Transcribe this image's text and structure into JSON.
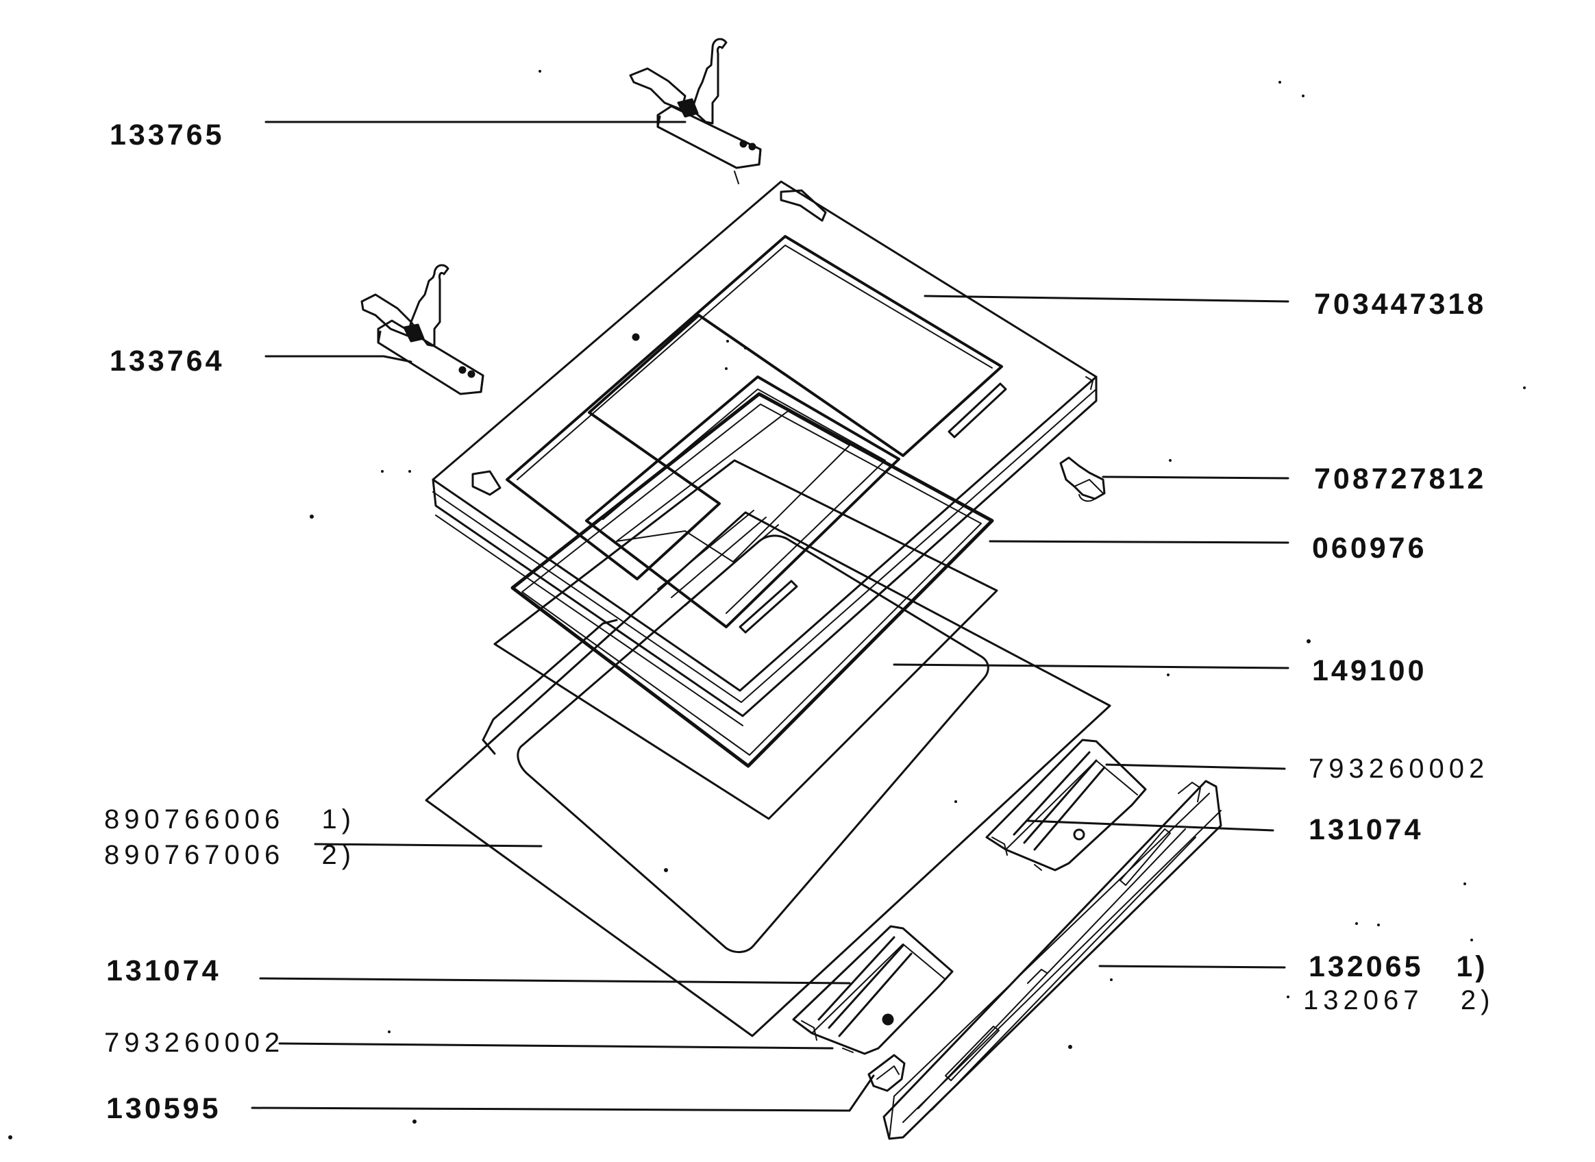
{
  "diagram": {
    "ink_color": "#111111",
    "background_color": "#ffffff",
    "parts": [
      {
        "id": "hinge-right",
        "icon": "hinge-bracket-icon"
      },
      {
        "id": "hinge-left",
        "icon": "hinge-bracket-icon"
      },
      {
        "id": "door-frame",
        "icon": "door-frame-icon"
      },
      {
        "id": "clip",
        "icon": "clip-icon"
      },
      {
        "id": "door-seal",
        "icon": "gasket-icon"
      },
      {
        "id": "inner-glass",
        "icon": "glass-panel-icon"
      },
      {
        "id": "outer-glass",
        "icon": "glass-panel-icon"
      },
      {
        "id": "handle-bar",
        "icon": "handle-bar-icon"
      },
      {
        "id": "handle-bracket-upper",
        "icon": "bracket-icon"
      },
      {
        "id": "handle-bracket-lower",
        "icon": "bracket-icon"
      },
      {
        "id": "handle-foot",
        "icon": "end-cap-icon"
      }
    ],
    "labels": {
      "l133765": "133765",
      "l133764": "133764",
      "l703447318": "703447318",
      "l708727812": "708727812",
      "l060976": "060976",
      "l149100": "149100",
      "l793260002_top": "793260002",
      "l131074_right": "131074",
      "l890766006": "890766006   1)",
      "l890767006": "890767006   2)",
      "l132065": "132065   1)",
      "l132067": "132067   2)",
      "l131074_left": "131074",
      "l793260002_bottom": "793260002",
      "l130595": "130595"
    }
  }
}
